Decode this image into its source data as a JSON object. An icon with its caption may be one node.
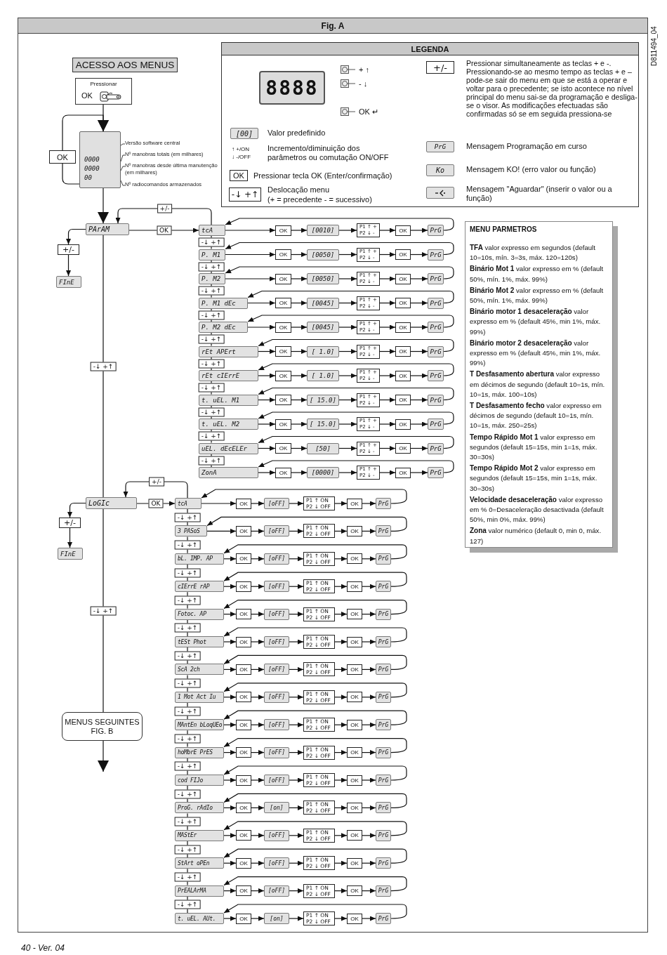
{
  "diagram": {
    "title": "Fig. A",
    "nodes": [
      {
        "text": [
          "ACESSO AOS MENUS"
        ]
      },
      {
        "text": [
          "Pressionar",
          "OK"
        ]
      },
      {
        "text": [
          "0000",
          "0000",
          "00"
        ]
      },
      {
        "text": [
          "Versão software central"
        ]
      },
      {
        "text": [
          "Nº manobras totais (em milhares)"
        ]
      },
      {
        "text": [
          "Nº manobras desde última manutenção (em milhares)"
        ]
      },
      {
        "text": [
          "Nº radiocomandos armazenados"
        ]
      },
      {
        "text": [
          "OK"
        ]
      },
      {
        "text": [
          "PArAM"
        ]
      },
      {
        "text": [
          "+/-"
        ]
      },
      {
        "text": [
          "FInE"
        ]
      },
      {
        "text": [
          "LoGIc"
        ]
      },
      {
        "text": [
          "+/-"
        ]
      },
      {
        "text": [
          "FInE"
        ]
      },
      {
        "text": [
          "MENUS SEGUINTES FIG. B"
        ]
      },
      {
        "text": [
          "LEGENDA"
        ]
      },
      {
        "text": [
          "8888"
        ],
        "in": 15
      },
      {
        "text": [
          "+ ↑"
        ],
        "in": 15
      },
      {
        "text": [
          "- ↓"
        ],
        "in": 15
      },
      {
        "text": [
          "OK ↵"
        ],
        "in": 15
      },
      {
        "text": [
          "[00]"
        ],
        "in": 15,
        "beside": [
          "Valor predefinido"
        ]
      },
      {
        "text": [
          "↑ +/ON",
          "↓ -/OFF"
        ],
        "in": 15,
        "beside": [
          "Incremento/diminuição dos parâmetros ou comutação ON/OFF"
        ]
      },
      {
        "text": [
          "OK"
        ],
        "in": 15,
        "beside": [
          "Pressionar tecla OK (Enter/confirmação)"
        ]
      },
      {
        "text": [
          "-↓ +↑"
        ],
        "in": 15,
        "beside": [
          "Deslocação menu",
          "(+ = precedente   - = sucessivo)"
        ]
      },
      {
        "text": [
          "+/-"
        ],
        "in": 15,
        "beside": [
          "Pressionar simultaneamente as teclas + e -. Pressionando-se ao mesmo tempo as teclas + e – pode-se sair do menu em que se está a operar e voltar para o precedente; se isto acontece no nível principal do menu sai-se da programação e desliga-se o visor. As modificações efectuadas são confirmadas só se em seguida pressiona-se"
        ]
      },
      {
        "text": [
          "PrG"
        ],
        "in": 15,
        "beside": [
          "Mensagem Programação em curso"
        ]
      },
      {
        "text": [
          "Ko"
        ],
        "in": 15,
        "beside": [
          "Mensagem KO! (erro valor ou função)"
        ]
      },
      {
        "text": [],
        "shape": "box",
        "in": 15,
        "beside": [
          "Mensagem \"Aguardar\" (inserir o valor ou a função)"
        ]
      },
      {
        "text": [
          "MENU PARMETROS",
          "**TFA** valor expresso em segundos (default 10=10s, mín. 3=3s, máx. 120=120s)",
          "**Binário Mot 1** valor expresso em % (default 50%, mín. 1%, máx. 99%)",
          "**Binário Mot 2** valor expresso em % (default 50%, mín. 1%, máx. 99%)",
          "**Binário motor 1 desaceleração** valor expresso em % (default 45%, min 1%, máx. 99%)",
          "**Binário motor 2 desaceleração** valor expresso em % (default 45%, min 1%, máx. 99%)",
          "**T Desfasamento abertura** valor expresso em décimos de segundo (default 10=1s, mín. 10=1s, máx. 100=10s)",
          "**T Desfasamento fecho** valor expresso em décimos de segundo (default 10=1s, mín. 10=1s, máx. 250=25s)",
          "**Tempo Rápido Mot 1** valor expresso em segundos (default 15=15s, min 1=1s, máx. 30=30s)",
          "**Tempo Rápido Mot 2** valor expresso em segundos (default 15=15s, min 1=1s, máx. 30=30s)",
          "**Velocidade desaceleração** valor expresso em % 0=Desaceleração desactivada (default 50%, min 0%, máx. 99%)",
          "**Zona** valor numérico (default 0, min 0, máx. 127)"
        ]
      },
      {
        "text": [
          "tcA"
        ]
      },
      {
        "text": [
          "OK"
        ]
      },
      {
        "text": [
          "[0010]"
        ]
      },
      {
        "text": [
          "P1 ↑ +",
          "P2 ↓ -"
        ]
      },
      {
        "text": [
          "OK"
        ]
      },
      {
        "text": [
          "PrG"
        ]
      },
      {
        "text": [
          "P. M1"
        ]
      },
      {
        "text": [
          "OK"
        ]
      },
      {
        "text": [
          "[0050]"
        ]
      },
      {
        "text": [
          "P1 ↑ +",
          "P2 ↓ -"
        ]
      },
      {
        "text": [
          "OK"
        ]
      },
      {
        "text": [
          "PrG"
        ]
      },
      {
        "text": [
          "P. M2"
        ]
      },
      {
        "text": [
          "OK"
        ]
      },
      {
        "text": [
          "[0050]"
        ]
      },
      {
        "text": [
          "P1 ↑ +",
          "P2 ↓ -"
        ]
      },
      {
        "text": [
          "OK"
        ]
      },
      {
        "text": [
          "PrG"
        ]
      },
      {
        "text": [
          "P. M1 dEc"
        ]
      },
      {
        "text": [
          "OK"
        ]
      },
      {
        "text": [
          "[0045]"
        ]
      },
      {
        "text": [
          "P1 ↑ +",
          "P2 ↓ -"
        ]
      },
      {
        "text": [
          "OK"
        ]
      },
      {
        "text": [
          "PrG"
        ]
      },
      {
        "text": [
          "P. M2 dEc"
        ]
      },
      {
        "text": [
          "OK"
        ]
      },
      {
        "text": [
          "[0045]"
        ]
      },
      {
        "text": [
          "P1 ↑ +",
          "P2 ↓ -"
        ]
      },
      {
        "text": [
          "OK"
        ]
      },
      {
        "text": [
          "PrG"
        ]
      },
      {
        "text": [
          "rEt APErt"
        ]
      },
      {
        "text": [
          "OK"
        ]
      },
      {
        "text": [
          "[ 1.0]"
        ]
      },
      {
        "text": [
          "P1 ↑ +",
          "P2 ↓ -"
        ]
      },
      {
        "text": [
          "OK"
        ]
      },
      {
        "text": [
          "PrG"
        ]
      },
      {
        "text": [
          "rEt cIErrE"
        ]
      },
      {
        "text": [
          "OK"
        ]
      },
      {
        "text": [
          "[ 1.0]"
        ]
      },
      {
        "text": [
          "P1 ↑ +",
          "P2 ↓ -"
        ]
      },
      {
        "text": [
          "OK"
        ]
      },
      {
        "text": [
          "PrG"
        ]
      },
      {
        "text": [
          "t. uEL. M1"
        ]
      },
      {
        "text": [
          "OK"
        ]
      },
      {
        "text": [
          "[ 15.0]"
        ]
      },
      {
        "text": [
          "P1 ↑ +",
          "P2 ↓ -"
        ]
      },
      {
        "text": [
          "OK"
        ]
      },
      {
        "text": [
          "PrG"
        ]
      },
      {
        "text": [
          "t. uEL. M2"
        ]
      },
      {
        "text": [
          "OK"
        ]
      },
      {
        "text": [
          "[ 15.0]"
        ]
      },
      {
        "text": [
          "P1 ↑ +",
          "P2 ↓ -"
        ]
      },
      {
        "text": [
          "OK"
        ]
      },
      {
        "text": [
          "PrG"
        ]
      },
      {
        "text": [
          "uEL. dEcELEr"
        ]
      },
      {
        "text": [
          "OK"
        ]
      },
      {
        "text": [
          "[50]"
        ]
      },
      {
        "text": [
          "P1 ↑ +",
          "P2 ↓ -"
        ]
      },
      {
        "text": [
          "OK"
        ]
      },
      {
        "text": [
          "PrG"
        ]
      },
      {
        "text": [
          "ZonA"
        ]
      },
      {
        "text": [
          "OK"
        ]
      },
      {
        "text": [
          "[0000]"
        ]
      },
      {
        "text": [
          "P1 ↑ +",
          "P2 ↓ -"
        ]
      },
      {
        "text": [
          "OK"
        ]
      },
      {
        "text": [
          "PrG"
        ]
      },
      {
        "text": [
          "tcA"
        ]
      },
      {
        "text": [
          "OK"
        ]
      },
      {
        "text": [
          "[oFF]"
        ]
      },
      {
        "text": [
          "P1 ↑ ON",
          "P2 ↓ OFF"
        ]
      },
      {
        "text": [
          "OK"
        ]
      },
      {
        "text": [
          "PrG"
        ]
      },
      {
        "text": [
          "3 PASoS"
        ]
      },
      {
        "text": [
          "OK"
        ]
      },
      {
        "text": [
          "[oFF]"
        ]
      },
      {
        "text": [
          "P1 ↑ ON",
          "P2 ↓ OFF"
        ]
      },
      {
        "text": [
          "OK"
        ]
      },
      {
        "text": [
          "PrG"
        ]
      },
      {
        "text": [
          "bL. IMP. AP"
        ]
      },
      {
        "text": [
          "OK"
        ]
      },
      {
        "text": [
          "[oFF]"
        ]
      },
      {
        "text": [
          "P1 ↑ ON",
          "P2 ↓ OFF"
        ]
      },
      {
        "text": [
          "OK"
        ]
      },
      {
        "text": [
          "PrG"
        ]
      },
      {
        "text": [
          "cIErrE rAP"
        ]
      },
      {
        "text": [
          "OK"
        ]
      },
      {
        "text": [
          "[oFF]"
        ]
      },
      {
        "text": [
          "P1 ↑ ON",
          "P2 ↓ OFF"
        ]
      },
      {
        "text": [
          "OK"
        ]
      },
      {
        "text": [
          "PrG"
        ]
      },
      {
        "text": [
          "Fotoc. AP"
        ]
      },
      {
        "text": [
          "OK"
        ]
      },
      {
        "text": [
          "[oFF]"
        ]
      },
      {
        "text": [
          "P1 ↑ ON",
          "P2 ↓ OFF"
        ]
      },
      {
        "text": [
          "OK"
        ]
      },
      {
        "text": [
          "PrG"
        ]
      },
      {
        "text": [
          "tESt Phot"
        ]
      },
      {
        "text": [
          "OK"
        ]
      },
      {
        "text": [
          "[oFF]"
        ]
      },
      {
        "text": [
          "P1 ↑ ON",
          "P2 ↓ OFF"
        ]
      },
      {
        "text": [
          "OK"
        ]
      },
      {
        "text": [
          "PrG"
        ]
      },
      {
        "text": [
          "ScA 2ch"
        ]
      },
      {
        "text": [
          "OK"
        ]
      },
      {
        "text": [
          "[oFF]"
        ]
      },
      {
        "text": [
          "P1 ↑ ON",
          "P2 ↓ OFF"
        ]
      },
      {
        "text": [
          "OK"
        ]
      },
      {
        "text": [
          "PrG"
        ]
      },
      {
        "text": [
          "1 Mot Act Iu"
        ]
      },
      {
        "text": [
          "OK"
        ]
      },
      {
        "text": [
          "[oFF]"
        ]
      },
      {
        "text": [
          "P1 ↑ ON",
          "P2 ↓ OFF"
        ]
      },
      {
        "text": [
          "OK"
        ]
      },
      {
        "text": [
          "PrG"
        ]
      },
      {
        "text": [
          "MAntEn bLoqUEo"
        ]
      },
      {
        "text": [
          "OK"
        ]
      },
      {
        "text": [
          "[oFF]"
        ]
      },
      {
        "text": [
          "P1 ↑ ON",
          "P2 ↓ OFF"
        ]
      },
      {
        "text": [
          "OK"
        ]
      },
      {
        "text": [
          "PrG"
        ]
      },
      {
        "text": [
          "hoMbrE PrES"
        ]
      },
      {
        "text": [
          "OK"
        ]
      },
      {
        "text": [
          "[oFF]"
        ]
      },
      {
        "text": [
          "P1 ↑ ON",
          "P2 ↓ OFF"
        ]
      },
      {
        "text": [
          "OK"
        ]
      },
      {
        "text": [
          "PrG"
        ]
      },
      {
        "text": [
          "cod FIJo"
        ]
      },
      {
        "text": [
          "OK"
        ]
      },
      {
        "text": [
          "[oFF]"
        ]
      },
      {
        "text": [
          "P1 ↑ ON",
          "P2 ↓ OFF"
        ]
      },
      {
        "text": [
          "OK"
        ]
      },
      {
        "text": [
          "PrG"
        ]
      },
      {
        "text": [
          "ProG. rAdIo"
        ]
      },
      {
        "text": [
          "OK"
        ]
      },
      {
        "text": [
          "[on]"
        ]
      },
      {
        "text": [
          "P1 ↑ ON",
          "P2 ↓ OFF"
        ]
      },
      {
        "text": [
          "OK"
        ]
      },
      {
        "text": [
          "PrG"
        ]
      },
      {
        "text": [
          "MAStEr"
        ]
      },
      {
        "text": [
          "OK"
        ]
      },
      {
        "text": [
          "[oFF]"
        ]
      },
      {
        "text": [
          "P1 ↑ ON",
          "P2 ↓ OFF"
        ]
      },
      {
        "text": [
          "OK"
        ]
      },
      {
        "text": [
          "PrG"
        ]
      },
      {
        "text": [
          "StArt oPEn"
        ]
      },
      {
        "text": [
          "OK"
        ]
      },
      {
        "text": [
          "[oFF]"
        ]
      },
      {
        "text": [
          "P1 ↑ ON",
          "P2 ↓ OFF"
        ]
      },
      {
        "text": [
          "OK"
        ]
      },
      {
        "text": [
          "PrG"
        ]
      },
      {
        "text": [
          "PrEALArMA"
        ]
      },
      {
        "text": [
          "OK"
        ]
      },
      {
        "text": [
          "[oFF]"
        ]
      },
      {
        "text": [
          "P1 ↑ ON",
          "P2 ↓ OFF"
        ]
      },
      {
        "text": [
          "OK"
        ]
      },
      {
        "text": [
          "PrG"
        ]
      },
      {
        "text": [
          "t. uEL. AUt."
        ]
      },
      {
        "text": [
          "OK"
        ]
      },
      {
        "text": [
          "[on]"
        ]
      },
      {
        "text": [
          "P1 ↑ ON",
          "P2 ↓ OFF"
        ]
      },
      {
        "text": [
          "OK"
        ]
      },
      {
        "text": [
          "PrG"
        ]
      }
    ],
    "edges": [
      {
        "from": 1,
        "to": 2,
        "arrow": "to"
      },
      {
        "from": 2,
        "to": 7,
        "arrow": "none"
      },
      {
        "from": 7,
        "to": 2,
        "arrow": "to"
      },
      {
        "from": 3,
        "to": 2,
        "arrow": "none"
      },
      {
        "from": 4,
        "to": 2,
        "arrow": "none"
      },
      {
        "from": 5,
        "to": 2,
        "arrow": "none"
      },
      {
        "from": 6,
        "to": 2,
        "arrow": "none"
      },
      {
        "from": 2,
        "to": 8,
        "arrow": "to"
      },
      {
        "from": 8,
        "to": 9,
        "arrow": "to"
      },
      {
        "from": 9,
        "to": 10,
        "arrow": "to"
      },
      {
        "from": 8,
        "to": 29,
        "arrow": "to",
        "label": "OK"
      },
      {
        "from": 29,
        "to": 8,
        "arrow": "to",
        "label": "+/-"
      },
      {
        "from": 8,
        "to": 11,
        "arrow": "none",
        "label": "-↓ +↑"
      },
      {
        "from": 11,
        "to": 12,
        "arrow": "to"
      },
      {
        "from": 12,
        "to": 13,
        "arrow": "to"
      },
      {
        "from": 11,
        "to": 95,
        "arrow": "to",
        "label": "OK"
      },
      {
        "from": 95,
        "to": 11,
        "arrow": "to",
        "label": "+/-"
      },
      {
        "from": 11,
        "to": 14,
        "arrow": "none",
        "label": "-↓ +↑"
      },
      {
        "from": 14,
        "to": null,
        "arrow": "to"
      },
      {
        "from": 29,
        "to": 30,
        "arrow": "to"
      },
      {
        "from": 30,
        "to": 31,
        "arrow": "to"
      },
      {
        "from": 31,
        "to": 32,
        "arrow": "to"
      },
      {
        "from": 32,
        "to": 33,
        "arrow": "to"
      },
      {
        "from": 33,
        "to": 34,
        "arrow": "to"
      },
      {
        "from": 34,
        "to": 29,
        "arrow": "to"
      },
      {
        "from": 29,
        "to": 35,
        "arrow": "none",
        "label": "-↓ +↑"
      },
      {
        "from": 35,
        "to": 36,
        "arrow": "to"
      },
      {
        "from": 36,
        "to": 37,
        "arrow": "to"
      },
      {
        "from": 37,
        "to": 38,
        "arrow": "to"
      },
      {
        "from": 38,
        "to": 39,
        "arrow": "to"
      },
      {
        "from": 39,
        "to": 40,
        "arrow": "to"
      },
      {
        "from": 40,
        "to": 35,
        "arrow": "to"
      },
      {
        "from": 35,
        "to": 41,
        "arrow": "none",
        "label": "-↓ +↑"
      },
      {
        "from": 41,
        "to": 42,
        "arrow": "to"
      },
      {
        "from": 42,
        "to": 43,
        "arrow": "to"
      },
      {
        "from": 43,
        "to": 44,
        "arrow": "to"
      },
      {
        "from": 44,
        "to": 45,
        "arrow": "to"
      },
      {
        "from": 45,
        "to": 46,
        "arrow": "to"
      },
      {
        "from": 46,
        "to": 41,
        "arrow": "to"
      },
      {
        "from": 41,
        "to": 47,
        "arrow": "none",
        "label": "-↓ +↑"
      },
      {
        "from": 47,
        "to": 48,
        "arrow": "to"
      },
      {
        "from": 48,
        "to": 49,
        "arrow": "to"
      },
      {
        "from": 49,
        "to": 50,
        "arrow": "to"
      },
      {
        "from": 50,
        "to": 51,
        "arrow": "to"
      },
      {
        "from": 51,
        "to": 52,
        "arrow": "to"
      },
      {
        "from": 52,
        "to": 47,
        "arrow": "to"
      },
      {
        "from": 47,
        "to": 53,
        "arrow": "none",
        "label": "-↓ +↑"
      },
      {
        "from": 53,
        "to": 54,
        "arrow": "to"
      },
      {
        "from": 54,
        "to": 55,
        "arrow": "to"
      },
      {
        "from": 55,
        "to": 56,
        "arrow": "to"
      },
      {
        "from": 56,
        "to": 57,
        "arrow": "to"
      },
      {
        "from": 57,
        "to": 58,
        "arrow": "to"
      },
      {
        "from": 58,
        "to": 53,
        "arrow": "to"
      },
      {
        "from": 53,
        "to": 59,
        "arrow": "none",
        "label": "-↓ +↑"
      },
      {
        "from": 59,
        "to": 60,
        "arrow": "to"
      },
      {
        "from": 60,
        "to": 61,
        "arrow": "to"
      },
      {
        "from": 61,
        "to": 62,
        "arrow": "to"
      },
      {
        "from": 62,
        "to": 63,
        "arrow": "to"
      },
      {
        "from": 63,
        "to": 64,
        "arrow": "to"
      },
      {
        "from": 64,
        "to": 59,
        "arrow": "to"
      },
      {
        "from": 59,
        "to": 65,
        "arrow": "none",
        "label": "-↓ +↑"
      },
      {
        "from": 65,
        "to": 66,
        "arrow": "to"
      },
      {
        "from": 66,
        "to": 67,
        "arrow": "to"
      },
      {
        "from": 67,
        "to": 68,
        "arrow": "to"
      },
      {
        "from": 68,
        "to": 69,
        "arrow": "to"
      },
      {
        "from": 69,
        "to": 70,
        "arrow": "to"
      },
      {
        "from": 70,
        "to": 65,
        "arrow": "to"
      },
      {
        "from": 65,
        "to": 71,
        "arrow": "none",
        "label": "-↓ +↑"
      },
      {
        "from": 71,
        "to": 72,
        "arrow": "to"
      },
      {
        "from": 72,
        "to": 73,
        "arrow": "to"
      },
      {
        "from": 73,
        "to": 74,
        "arrow": "to"
      },
      {
        "from": 74,
        "to": 75,
        "arrow": "to"
      },
      {
        "from": 75,
        "to": 76,
        "arrow": "to"
      },
      {
        "from": 76,
        "to": 71,
        "arrow": "to"
      },
      {
        "from": 71,
        "to": 77,
        "arrow": "none",
        "label": "-↓ +↑"
      },
      {
        "from": 77,
        "to": 78,
        "arrow": "to"
      },
      {
        "from": 78,
        "to": 79,
        "arrow": "to"
      },
      {
        "from": 79,
        "to": 80,
        "arrow": "to"
      },
      {
        "from": 80,
        "to": 81,
        "arrow": "to"
      },
      {
        "from": 81,
        "to": 82,
        "arrow": "to"
      },
      {
        "from": 82,
        "to": 77,
        "arrow": "to"
      },
      {
        "from": 77,
        "to": 83,
        "arrow": "none",
        "label": "-↓ +↑"
      },
      {
        "from": 83,
        "to": 84,
        "arrow": "to"
      },
      {
        "from": 84,
        "to": 85,
        "arrow": "to"
      },
      {
        "from": 85,
        "to": 86,
        "arrow": "to"
      },
      {
        "from": 86,
        "to": 87,
        "arrow": "to"
      },
      {
        "from": 87,
        "to": 88,
        "arrow": "to"
      },
      {
        "from": 88,
        "to": 83,
        "arrow": "to"
      },
      {
        "from": 83,
        "to": 89,
        "arrow": "none",
        "label": "-↓ +↑"
      },
      {
        "from": 89,
        "to": 90,
        "arrow": "to"
      },
      {
        "from": 90,
        "to": 91,
        "arrow": "to"
      },
      {
        "from": 91,
        "to": 92,
        "arrow": "to"
      },
      {
        "from": 92,
        "to": 93,
        "arrow": "to"
      },
      {
        "from": 93,
        "to": 94,
        "arrow": "to"
      },
      {
        "from": 94,
        "to": 89,
        "arrow": "to"
      },
      {
        "from": 95,
        "to": 96,
        "arrow": "to"
      },
      {
        "from": 96,
        "to": 97,
        "arrow": "to"
      },
      {
        "from": 97,
        "to": 98,
        "arrow": "to"
      },
      {
        "from": 98,
        "to": 99,
        "arrow": "to"
      },
      {
        "from": 99,
        "to": 100,
        "arrow": "to"
      },
      {
        "from": 100,
        "to": 95,
        "arrow": "to"
      },
      {
        "from": 95,
        "to": 101,
        "arrow": "none",
        "label": "-↓ +↑"
      },
      {
        "from": 101,
        "to": 102,
        "arrow": "to"
      },
      {
        "from": 102,
        "to": 103,
        "arrow": "to"
      },
      {
        "from": 103,
        "to": 104,
        "arrow": "to"
      },
      {
        "from": 104,
        "to": 105,
        "arrow": "to"
      },
      {
        "from": 105,
        "to": 106,
        "arrow": "to"
      },
      {
        "from": 106,
        "to": 101,
        "arrow": "to"
      },
      {
        "from": 101,
        "to": 107,
        "arrow": "none",
        "label": "-↓ +↑"
      },
      {
        "from": 107,
        "to": 108,
        "arrow": "to"
      },
      {
        "from": 108,
        "to": 109,
        "arrow": "to"
      },
      {
        "from": 109,
        "to": 110,
        "arrow": "to"
      },
      {
        "from": 110,
        "to": 111,
        "arrow": "to"
      },
      {
        "from": 111,
        "to": 112,
        "arrow": "to"
      },
      {
        "from": 112,
        "to": 107,
        "arrow": "to"
      },
      {
        "from": 107,
        "to": 113,
        "arrow": "none",
        "label": "-↓ +↑"
      },
      {
        "from": 113,
        "to": 114,
        "arrow": "to"
      },
      {
        "from": 114,
        "to": 115,
        "arrow": "to"
      },
      {
        "from": 115,
        "to": 116,
        "arrow": "to"
      },
      {
        "from": 116,
        "to": 117,
        "arrow": "to"
      },
      {
        "from": 117,
        "to": 118,
        "arrow": "to"
      },
      {
        "from": 118,
        "to": 113,
        "arrow": "to"
      },
      {
        "from": 113,
        "to": 119,
        "arrow": "none",
        "label": "-↓ +↑"
      },
      {
        "from": 119,
        "to": 120,
        "arrow": "to"
      },
      {
        "from": 120,
        "to": 121,
        "arrow": "to"
      },
      {
        "from": 121,
        "to": 122,
        "arrow": "to"
      },
      {
        "from": 122,
        "to": 123,
        "arrow": "to"
      },
      {
        "from": 123,
        "to": 124,
        "arrow": "to"
      },
      {
        "from": 124,
        "to": 119,
        "arrow": "to"
      },
      {
        "from": 119,
        "to": 125,
        "arrow": "none",
        "label": "-↓ +↑"
      },
      {
        "from": 125,
        "to": 126,
        "arrow": "to"
      },
      {
        "from": 126,
        "to": 127,
        "arrow": "to"
      },
      {
        "from": 127,
        "to": 128,
        "arrow": "to"
      },
      {
        "from": 128,
        "to": 129,
        "arrow": "to"
      },
      {
        "from": 129,
        "to": 130,
        "arrow": "to"
      },
      {
        "from": 130,
        "to": 125,
        "arrow": "to"
      },
      {
        "from": 125,
        "to": 131,
        "arrow": "none",
        "label": "-↓ +↑"
      },
      {
        "from": 131,
        "to": 132,
        "arrow": "to"
      },
      {
        "from": 132,
        "to": 133,
        "arrow": "to"
      },
      {
        "from": 133,
        "to": 134,
        "arrow": "to"
      },
      {
        "from": 134,
        "to": 135,
        "arrow": "to"
      },
      {
        "from": 135,
        "to": 136,
        "arrow": "to"
      },
      {
        "from": 136,
        "to": 131,
        "arrow": "to"
      },
      {
        "from": 131,
        "to": 137,
        "arrow": "none",
        "label": "-↓ +↑"
      },
      {
        "from": 137,
        "to": 138,
        "arrow": "to"
      },
      {
        "from": 138,
        "to": 139,
        "arrow": "to"
      },
      {
        "from": 139,
        "to": 140,
        "arrow": "to"
      },
      {
        "from": 140,
        "to": 141,
        "arrow": "to"
      },
      {
        "from": 141,
        "to": 142,
        "arrow": "to"
      },
      {
        "from": 142,
        "to": 137,
        "arrow": "to"
      },
      {
        "from": 137,
        "to": 143,
        "arrow": "none",
        "label": "-↓ +↑"
      },
      {
        "from": 143,
        "to": 144,
        "arrow": "to"
      },
      {
        "from": 144,
        "to": 145,
        "arrow": "to"
      },
      {
        "from": 145,
        "to": 146,
        "arrow": "to"
      },
      {
        "from": 146,
        "to": 147,
        "arrow": "to"
      },
      {
        "from": 147,
        "to": 148,
        "arrow": "to"
      },
      {
        "from": 148,
        "to": 143,
        "arrow": "to"
      },
      {
        "from": 143,
        "to": 149,
        "arrow": "none",
        "label": "-↓ +↑"
      },
      {
        "from": 149,
        "to": 150,
        "arrow": "to"
      },
      {
        "from": 150,
        "to": 151,
        "arrow": "to"
      },
      {
        "from": 151,
        "to": 152,
        "arrow": "to"
      },
      {
        "from": 152,
        "to": 153,
        "arrow": "to"
      },
      {
        "from": 153,
        "to": 154,
        "arrow": "to"
      },
      {
        "from": 154,
        "to": 149,
        "arrow": "to"
      },
      {
        "from": 149,
        "to": 155,
        "arrow": "none",
        "label": "-↓ +↑"
      },
      {
        "from": 155,
        "to": 156,
        "arrow": "to"
      },
      {
        "from": 156,
        "to": 157,
        "arrow": "to"
      },
      {
        "from": 157,
        "to": 158,
        "arrow": "to"
      },
      {
        "from": 158,
        "to": 159,
        "arrow": "to"
      },
      {
        "from": 159,
        "to": 160,
        "arrow": "to"
      },
      {
        "from": 160,
        "to": 155,
        "arrow": "to"
      },
      {
        "from": 155,
        "to": 161,
        "arrow": "none",
        "label": "-↓ +↑"
      },
      {
        "from": 161,
        "to": 162,
        "arrow": "to"
      },
      {
        "from": 162,
        "to": 163,
        "arrow": "to"
      },
      {
        "from": 163,
        "to": 164,
        "arrow": "to"
      },
      {
        "from": 164,
        "to": 165,
        "arrow": "to"
      },
      {
        "from": 165,
        "to": 166,
        "arrow": "to"
      },
      {
        "from": 166,
        "to": 161,
        "arrow": "to"
      },
      {
        "from": 161,
        "to": 167,
        "arrow": "none",
        "label": "-↓ +↑"
      },
      {
        "from": 167,
        "to": 168,
        "arrow": "to"
      },
      {
        "from": 168,
        "to": 169,
        "arrow": "to"
      },
      {
        "from": 169,
        "to": 170,
        "arrow": "to"
      },
      {
        "from": 170,
        "to": 171,
        "arrow": "to"
      },
      {
        "from": 171,
        "to": 172,
        "arrow": "to"
      },
      {
        "from": 172,
        "to": 167,
        "arrow": "to"
      },
      {
        "from": 167,
        "to": 173,
        "arrow": "none",
        "label": "-↓ +↑"
      },
      {
        "from": 173,
        "to": 174,
        "arrow": "to"
      },
      {
        "from": 174,
        "to": 175,
        "arrow": "to"
      },
      {
        "from": 175,
        "to": 176,
        "arrow": "to"
      },
      {
        "from": 176,
        "to": 177,
        "arrow": "to"
      },
      {
        "from": 177,
        "to": 178,
        "arrow": "to"
      },
      {
        "from": 178,
        "to": 173,
        "arrow": "to"
      },
      {
        "from": 173,
        "to": 179,
        "arrow": "none",
        "label": "-↓ +↑"
      },
      {
        "from": 179,
        "to": 180,
        "arrow": "to"
      },
      {
        "from": 180,
        "to": 181,
        "arrow": "to"
      },
      {
        "from": 181,
        "to": 182,
        "arrow": "to"
      },
      {
        "from": 182,
        "to": 183,
        "arrow": "to"
      },
      {
        "from": 183,
        "to": 184,
        "arrow": "to"
      },
      {
        "from": 184,
        "to": 179,
        "arrow": "to"
      },
      {
        "from": 179,
        "to": 185,
        "arrow": "none",
        "label": "-↓ +↑"
      },
      {
        "from": 185,
        "to": 186,
        "arrow": "to"
      },
      {
        "from": 186,
        "to": 187,
        "arrow": "to"
      },
      {
        "from": 187,
        "to": 188,
        "arrow": "to"
      },
      {
        "from": 188,
        "to": 189,
        "arrow": "to"
      },
      {
        "from": 189,
        "to": 190,
        "arrow": "to"
      },
      {
        "from": 190,
        "to": 185,
        "arrow": "to"
      }
    ],
    "labels": [
      "D811494_04",
      "40 - Ver. 04"
    ]
  }
}
